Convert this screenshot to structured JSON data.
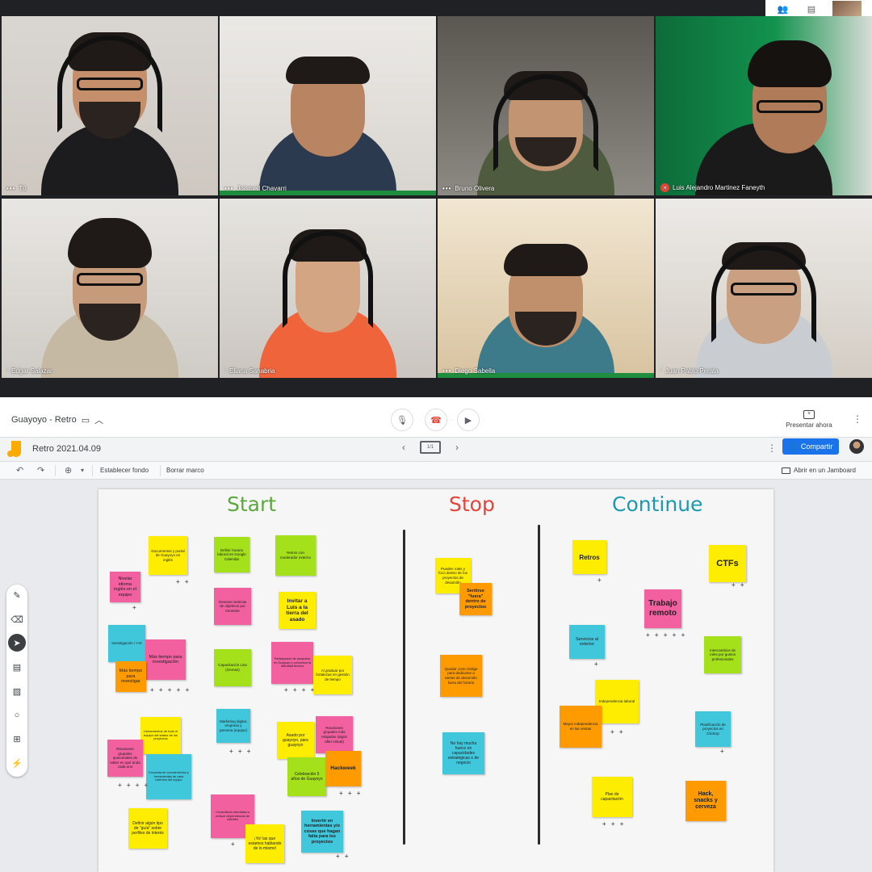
{
  "meet": {
    "participants": [
      {
        "name": "Tú"
      },
      {
        "name": "Joismell Chavarri"
      },
      {
        "name": "Bruno Olivera"
      },
      {
        "name": "Luis Alejandro Martinez Faneyth"
      },
      {
        "name": "Edgar Salazar"
      },
      {
        "name": "Eliana Sanabria"
      },
      {
        "name": "Diego Sabella"
      },
      {
        "name": "Juan Pablo Perata"
      }
    ],
    "meeting_title": "Guayoyo - Retro",
    "present_label": "Presentar ahora"
  },
  "jamboard": {
    "title": "Retro 2021.04.09",
    "share_label": "Compartir",
    "toolbar": {
      "set_background": "Establecer fondo",
      "clear_frame": "Borrar marco",
      "open_in_jamboard": "Abrir en un Jamboard"
    },
    "columns": [
      {
        "title": "Start",
        "color": "#5ba83c"
      },
      {
        "title": "Stop",
        "color": "#e2453c"
      },
      {
        "title": "Continue",
        "color": "#1b9ab0"
      }
    ],
    "notes": [
      {
        "text": "Documentos y portal de Guayoyo en inglés",
        "color": "yellow"
      },
      {
        "text": "Nivelar idioma inglés en el equipo",
        "color": "pink"
      },
      {
        "text": "Definir horario laboral en Google Calendar",
        "color": "green"
      },
      {
        "text": "Retros con moderador externo",
        "color": "green"
      },
      {
        "text": "Generar metricas de objetivos por trimestre",
        "color": "pink"
      },
      {
        "text": "Invitar a Luis a la tierra del asado",
        "color": "yellow"
      },
      {
        "text": "Investigación / I+D",
        "color": "teal"
      },
      {
        "text": "Más tiempo para investigación",
        "color": "pink"
      },
      {
        "text": "Más tiempo para investigar",
        "color": "orange"
      },
      {
        "text": "Capacitación Lisa (Gemas)",
        "color": "green"
      },
      {
        "text": "Participación de proyectos en Guayoyo y comunicar la dificultad técnica",
        "color": "pink"
      },
      {
        "text": "Al graduar por fortalezas en gestión de tiempo",
        "color": "yellow"
      },
      {
        "text": "Lineamientos de todo el equipo del status de los proyectos",
        "color": "yellow"
      },
      {
        "text": "Reuniones grupales quincenales de saber en qué anda cada uno",
        "color": "pink"
      },
      {
        "text": "Encuesta de conocimientos y herramientas de cada miembro del equipo",
        "color": "teal"
      },
      {
        "text": "Marketing digital, empresa y persona (equipo)",
        "color": "teal"
      },
      {
        "text": "Asado por guayoyo, para guayoyo",
        "color": "yellow"
      },
      {
        "text": "Reuniones grupales más relajadas (algún after virtual)",
        "color": "pink"
      },
      {
        "text": "Celebración 5 años de Guayoyo",
        "color": "green"
      },
      {
        "text": "Hackweek",
        "color": "orange"
      },
      {
        "text": "Definir algún tipo de \"guía\" sobre perfiles de interés",
        "color": "yellow"
      },
      {
        "text": "Consultoría orientada a reducir dependencia de clientes",
        "color": "pink"
      },
      {
        "text": "¡Yo! las que estamos hablando de lo mismo!",
        "color": "yellow"
      },
      {
        "text": "Invertir en herramientas y/o cosas que hagan falta para los proyectos",
        "color": "teal"
      },
      {
        "text": "Pueden roles y foco dentro de los proyectos de desarrollo",
        "color": "yellow"
      },
      {
        "text": "Sentirse \"fuera\" dentro de proyectos",
        "color": "orange"
      },
      {
        "text": "Quedar como bridge para dedicarse a tareas de desarrollo fuera del horario",
        "color": "orange"
      },
      {
        "text": "No hay mucha hueco en capacidades estratégicas o de negocio",
        "color": "teal"
      },
      {
        "text": "Retros",
        "color": "yellow"
      },
      {
        "text": "CTFs",
        "color": "yellow"
      },
      {
        "text": "Trabajo remoto",
        "color": "pink"
      },
      {
        "text": "Servicios al exterior",
        "color": "teal"
      },
      {
        "text": "Intercambios de roles por gustos profesionales",
        "color": "green"
      },
      {
        "text": "Independencia laboral",
        "color": "yellow"
      },
      {
        "text": "Mayor independencia en las ventas",
        "color": "orange"
      },
      {
        "text": "Planificación de proyectos en ClickUp",
        "color": "teal"
      },
      {
        "text": "Plan de capacitación",
        "color": "yellow"
      },
      {
        "text": "Hack, snacks y cerveza",
        "color": "orange"
      }
    ],
    "votes": {
      "v1": "+ +",
      "v2": "+",
      "v3": "+ + + + +",
      "v4": "+ + + +",
      "v5": "+ + +",
      "v6": "+ + + +",
      "v7": "+ + +",
      "v8": "+",
      "v9": "+ +",
      "v10": "+",
      "v11": "+ +",
      "v12": "+",
      "v13": "+ + + + +",
      "v14": "+ +",
      "v15": "+",
      "v16": "+ + +"
    }
  }
}
